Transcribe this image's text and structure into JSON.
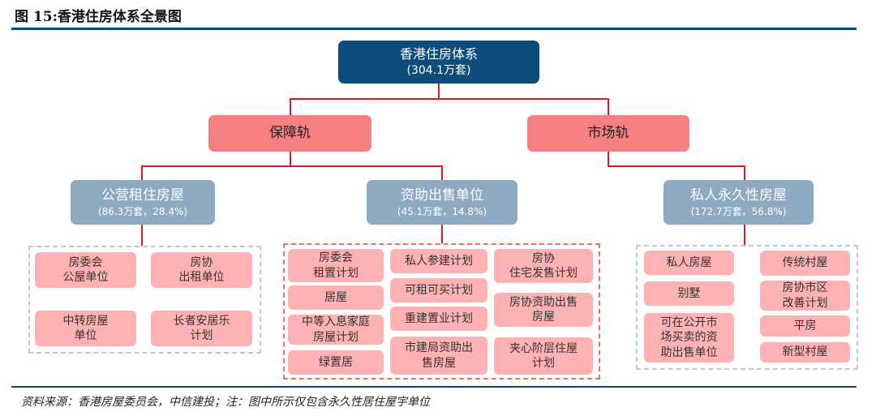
{
  "title": "图 15:香港住房体系全景图",
  "root": {
    "label": "香港住房体系",
    "sub": "(304.1万套)"
  },
  "tracks": {
    "subsidized": "保障轨",
    "market": "市场轨"
  },
  "categories": {
    "public_rental": {
      "label": "公营租住房屋",
      "sub": "(86.3万套，28.4%)"
    },
    "subsidized_sale": {
      "label": "资助出售单位",
      "sub": "(45.1万套，14.8%)"
    },
    "private": {
      "label": "私人永久性房屋",
      "sub": "(172.7万套，56.8%)"
    }
  },
  "public_rental_items": [
    "房委会\n公屋单位",
    "房协\n出租单位",
    "中转房屋\n单位",
    "长者安居乐\n计划"
  ],
  "subsidized_sale_items": [
    "房委会\n租置计划",
    "居屋",
    "中等入息家庭\n房屋计划",
    "绿置居",
    "私人参建计划",
    "可租可买计划",
    "重建置业计划",
    "市建局资助出\n售房屋",
    "房协\n住宅发售计划",
    "房协资助出售\n房屋",
    "夹心阶层住屋\n计划"
  ],
  "private_items": [
    "私人房屋",
    "别墅",
    "可在公开市\n场买卖的资\n助出售单位",
    "传统村屋",
    "房协市区\n改善计划",
    "平房",
    "新型村屋"
  ],
  "footer": "资料来源：香港房屋委员会，中信建投；注：图中所示仅包含永久性居住屋宇单位"
}
